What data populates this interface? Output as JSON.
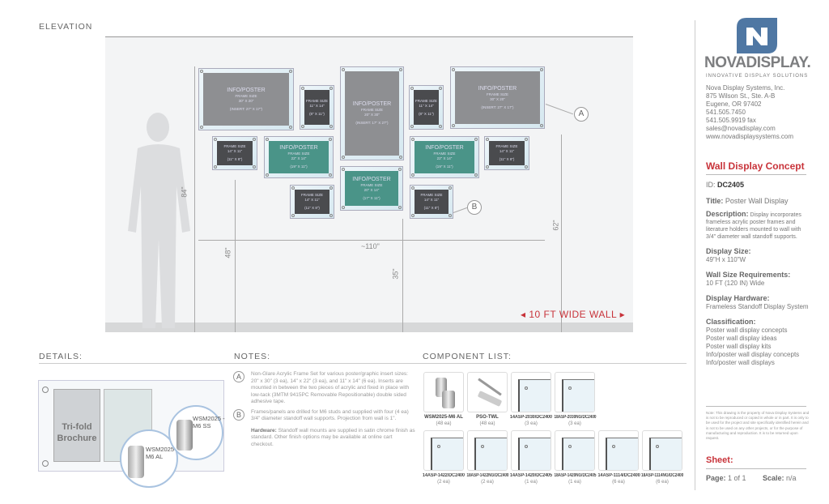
{
  "elevation": {
    "heading": "ELEVATION",
    "frames": [
      {
        "style": "gray",
        "title": "INFO/POSTER",
        "label": "FRAME SIZE",
        "size": "30\" X 20\"",
        "insert": "(INSERT: 27\" X 17\")"
      },
      {
        "style": "dark",
        "title": "",
        "label": "FRAME SIZE",
        "size": "11\" X 14\"",
        "insert": "(8\" X 11\")"
      },
      {
        "style": "gray",
        "title": "INFO/POSTER",
        "label": "FRAME SIZE",
        "size": "20\" X 30\"",
        "insert": "(INSERT: 17\" X 27\")"
      },
      {
        "style": "dark",
        "title": "",
        "label": "FRAME SIZE",
        "size": "11\" X 14\"",
        "insert": "(8\" X 11\")"
      },
      {
        "style": "gray",
        "title": "INFO/POSTER",
        "label": "FRAME SIZE",
        "size": "30\" X 20\"",
        "insert": "(INSERT: 27\" X 17\")"
      },
      {
        "style": "dark",
        "title": "",
        "label": "FRAME SIZE",
        "size": "14\" X 11\"",
        "insert": "(11\" X 8\")"
      },
      {
        "style": "teal",
        "title": "INFO/POSTER",
        "label": "FRAME SIZE",
        "size": "22\" X 14\"",
        "insert": "(19\" X 11\")"
      },
      {
        "style": "teal",
        "title": "INFO/POSTER",
        "label": "FRAME SIZE",
        "size": "22\" X 14\"",
        "insert": "(19\" X 11\")"
      },
      {
        "style": "dark",
        "title": "",
        "label": "FRAME SIZE",
        "size": "14\" X 11\"",
        "insert": "(11\" X 8\")"
      },
      {
        "style": "dark",
        "title": "",
        "label": "FRAME SIZE",
        "size": "14\" X 11\"",
        "insert": "(11\" X 8\")"
      },
      {
        "style": "teal",
        "title": "INFO/POSTER",
        "label": "FRAME SIZE",
        "size": "20\" X 14\"",
        "insert": "(17\" X 11\")"
      },
      {
        "style": "dark",
        "title": "",
        "label": "FRAME SIZE",
        "size": "14\" X 11\"",
        "insert": "(11\" X 8\")"
      }
    ],
    "callouts": [
      "A",
      "B"
    ],
    "dimensions": {
      "height_person": "84\"",
      "height_bottom": "48\"",
      "width": "~110\"",
      "center": "35\"",
      "right": "62\""
    },
    "wall_label": "10 FT WIDE WALL",
    "accent": "#c8333a"
  },
  "details": {
    "heading": "DETAILS:",
    "brochure": "Tri-fold Brochure",
    "standoff_al": "WSM2025 -M6 AL",
    "standoff_ss": "WSM2025 -M6 SS"
  },
  "notes": {
    "heading": "NOTES:",
    "a_marker": "A",
    "a_text": "Non-Glare Acrylic Frame Set for various poster/graphic insert sizes: 20\" x 30\" (3 ea), 14\" x 22\" (3 ea), and 11\" x 14\" (6 ea). Inserts are mounted in between the two pieces of acrylic and fixed in place with low-tack (3MTM 9415PC Removable Repositionable) double sided adhesive tape.",
    "b_marker": "B",
    "b_text": "Frames/panels are drilled for M6 studs and supplied with four (4 ea) 3/4\" diameter standoff wall supports. Projection from wall is 1\".",
    "hardware_label": "Hardware:",
    "hardware_text": "Standoff wall mounts are supplied in satin chrome finish as standard. Other finish options may be available at online cart checkout."
  },
  "components": {
    "heading": "COMPONENT LIST:",
    "items": [
      {
        "code": "WSM2025-M6 AL",
        "qty": "(48 ea)",
        "icon": "standoff-icon"
      },
      {
        "code": "PSO-TWL",
        "qty": "(48 ea)",
        "icon": "screw-anchor-icon"
      },
      {
        "code": "14ASP-2030/DC2400",
        "qty": "(3 ea)",
        "icon": "panel-icon"
      },
      {
        "code": "18ASP-2030NG/DC2400",
        "qty": "(3 ea)",
        "icon": "panel-icon"
      },
      {
        "code": "14ASP-1422/DC2400",
        "qty": "(2 ea)",
        "icon": "panel-icon"
      },
      {
        "code": "18ASP-1422NG/DC2400",
        "qty": "(2 ea)",
        "icon": "panel-icon"
      },
      {
        "code": "14ASP-1420/DC2405",
        "qty": "(1 ea)",
        "icon": "panel-icon"
      },
      {
        "code": "18ASP-1420NG/DC2405",
        "qty": "(1 ea)",
        "icon": "panel-icon"
      },
      {
        "code": "14ASP-1114/DC2400",
        "qty": "(6 ea)",
        "icon": "panel-icon"
      },
      {
        "code": "18ASP-1114NG/DC2400",
        "qty": "(6 ea)",
        "icon": "panel-icon"
      }
    ]
  },
  "company": {
    "logo_text": "NOVADISPLAY.",
    "tagline": "INNOVATIVE DISPLAY SOLUTIONS",
    "brand_color": "#4f77a3",
    "address": [
      "Nova Display Systems, Inc.",
      "875 Wilson St., Ste. A-B",
      "Eugene, OR 97402",
      "541.505.7450",
      "541.505.9919 fax",
      "sales@novadisplay.com",
      "www.novadisplaysystems.com"
    ]
  },
  "info": {
    "heading": "Wall Display Concept",
    "id_label": "ID:",
    "id": "DC2405",
    "title_label": "Title:",
    "title": "Poster Wall Display",
    "desc_label": "Description:",
    "desc": "Display incorporates frameless acrylic poster frames and literature holders mounted to wall with 3/4\" diameter wall standoff supports.",
    "size_label": "Display Size:",
    "size": "49\"H x 110\"W",
    "wall_label": "Wall Size Requirements:",
    "wall": "10 FT (120 IN) Wide",
    "hw_label": "Display Hardware:",
    "hw": "Frameless Standoff Display System",
    "class_label": "Classification:",
    "classes": [
      "Poster wall display concepts",
      "Poster wall display ideas",
      "Poster wall display kits",
      "Info/poster wall display concepts",
      "Info/poster wall displays"
    ],
    "note": "Note: This drawing is the property of Nova Display Systems and is not to be reproduced or copied in whole or in part. It is only to be used for the project and site specifically identified herein and is not to be used on any other projects, or for the purpose of manufacturing and reproduction. It is to be returned upon request.",
    "sheet_label": "Sheet:",
    "page_label": "Page:",
    "page": "1 of 1",
    "scale_label": "Scale:",
    "scale": "n/a"
  }
}
